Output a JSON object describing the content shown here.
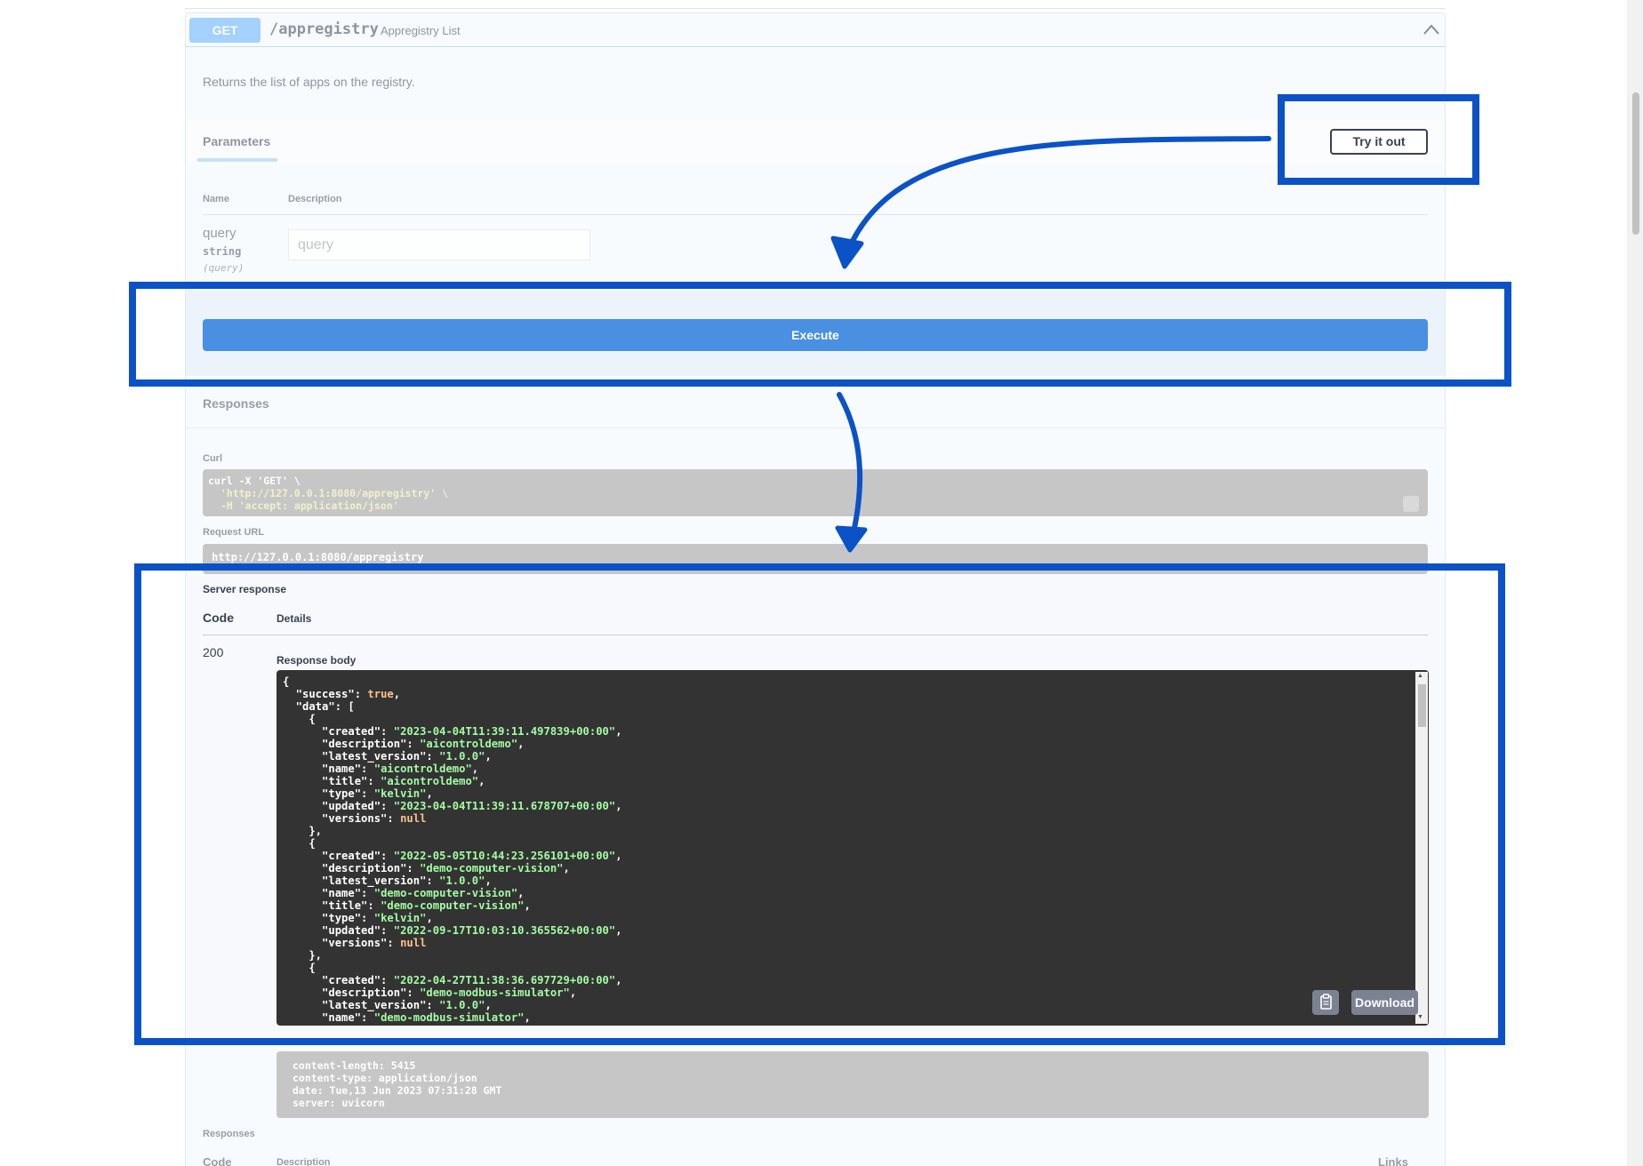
{
  "operation": {
    "method": "GET",
    "path": "/appregistry",
    "summary": "Appregistry List",
    "description": "Returns the list of apps on the registry."
  },
  "parameters": {
    "title": "Parameters",
    "try_it_out_label": "Try it out",
    "columns": {
      "name": "Name",
      "description": "Description"
    },
    "param": {
      "name": "query",
      "type": "string",
      "in": "(query)",
      "placeholder": "query"
    }
  },
  "execute_label": "Execute",
  "responses": {
    "title": "Responses",
    "curl_label": "Curl",
    "curl_lines": [
      "curl -X 'GET' \\",
      "  'http://127.0.0.1:8080/appregistry' \\",
      "  -H 'accept: application/json'"
    ],
    "request_url_label": "Request URL",
    "request_url": "http://127.0.0.1:8080/appregistry",
    "server_response_label": "Server response",
    "code_header": "Code",
    "details_header": "Details",
    "status_code": "200",
    "response_body_label": "Response body",
    "response_body_lines": [
      "{",
      "  \"success\": true,",
      "  \"data\": [",
      "    {",
      "      \"created\": \"2023-04-04T11:39:11.497839+00:00\",",
      "      \"description\": \"aicontroldemo\",",
      "      \"latest_version\": \"1.0.0\",",
      "      \"name\": \"aicontroldemo\",",
      "      \"title\": \"aicontroldemo\",",
      "      \"type\": \"kelvin\",",
      "      \"updated\": \"2023-04-04T11:39:11.678707+00:00\",",
      "      \"versions\": null",
      "    },",
      "    {",
      "      \"created\": \"2022-05-05T10:44:23.256101+00:00\",",
      "      \"description\": \"demo-computer-vision\",",
      "      \"latest_version\": \"1.0.0\",",
      "      \"name\": \"demo-computer-vision\",",
      "      \"title\": \"demo-computer-vision\",",
      "      \"type\": \"kelvin\",",
      "      \"updated\": \"2022-09-17T10:03:10.365562+00:00\",",
      "      \"versions\": null",
      "    },",
      "    {",
      "      \"created\": \"2022-04-27T11:38:36.697729+00:00\",",
      "      \"description\": \"demo-modbus-simulator\",",
      "      \"latest_version\": \"1.0.0\",",
      "      \"name\": \"demo-modbus-simulator\","
    ],
    "download_label": "Download",
    "response_headers": [
      "content-length: 5415",
      "content-type: application/json",
      "date: Tue,13 Jun 2023 07:31:28 GMT",
      "server: uvicorn"
    ],
    "bottom": {
      "title": "Responses",
      "code": "Code",
      "description": "Description",
      "links": "Links"
    }
  },
  "colors": {
    "highlight": "#0a52c6",
    "execute": "#4990e2",
    "get_method": "#61affe",
    "code_bg": "#333333",
    "json_string": "#a2fca2",
    "json_literal": "#fcc28c"
  },
  "icons": {
    "collapse": "chevron-up-icon",
    "copy": "clipboard-icon"
  }
}
